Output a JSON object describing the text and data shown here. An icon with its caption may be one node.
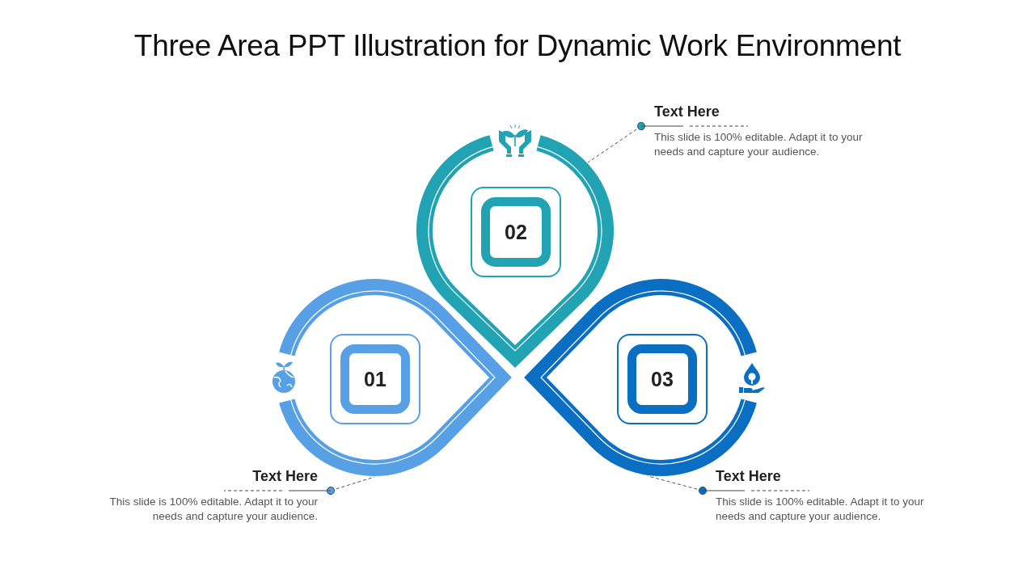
{
  "diagram": {
    "title": "Three Area PPT Illustration for Dynamic Work Environment",
    "nodes": [
      {
        "text": [
          "Text Here",
          "This slide is 100% editable. Adapt it to your needs and capture your audience."
        ]
      },
      {
        "text": [
          "02"
        ]
      },
      {
        "text": [
          "01"
        ]
      },
      {
        "text": [
          "03"
        ]
      },
      {
        "text": [
          "Text Here",
          "This slide is 100% editable. Adapt it to your needs and capture your audience."
        ]
      },
      {
        "text": [
          "Text Here",
          "This slide is 100% editable. Adapt it to your needs and capture your audience."
        ]
      }
    ],
    "edges": [
      {
        "from": 0,
        "to": 1,
        "arrow": "other",
        "style": "dashed"
      },
      {
        "from": 4,
        "to": 2,
        "arrow": "other",
        "style": "dashed"
      },
      {
        "from": 5,
        "to": 3,
        "arrow": "other",
        "style": "dashed"
      }
    ]
  }
}
